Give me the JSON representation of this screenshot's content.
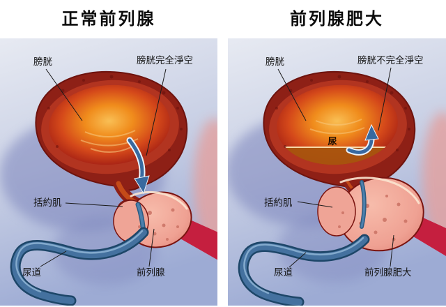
{
  "panels": [
    {
      "title": "正常前列腺",
      "labels": {
        "bladder": "膀胱",
        "emptying": "膀胱完全淨空",
        "sphincter": "括約肌",
        "urethra": "尿道",
        "prostate": "前列腺"
      }
    },
    {
      "title": "前列腺肥大",
      "labels": {
        "bladder": "膀胱",
        "emptying": "膀胱不完全淨空",
        "urine": "尿",
        "sphincter": "括約肌",
        "urethra": "尿道",
        "prostate": "前列腺肥大"
      }
    }
  ],
  "colors": {
    "background": "#ffffff",
    "panel_gradient_top": "#e7eaf2",
    "panel_gradient_bottom": "#9dabd4",
    "bladder_rim": "#8e2016",
    "bladder_interior": "#f08c1c",
    "urine_pool": "#a8540e",
    "prostate": "#efa193",
    "urethra_tube": "#44719f",
    "muscle_band": "#c51f3f",
    "flow_arrow": "#38699f"
  }
}
